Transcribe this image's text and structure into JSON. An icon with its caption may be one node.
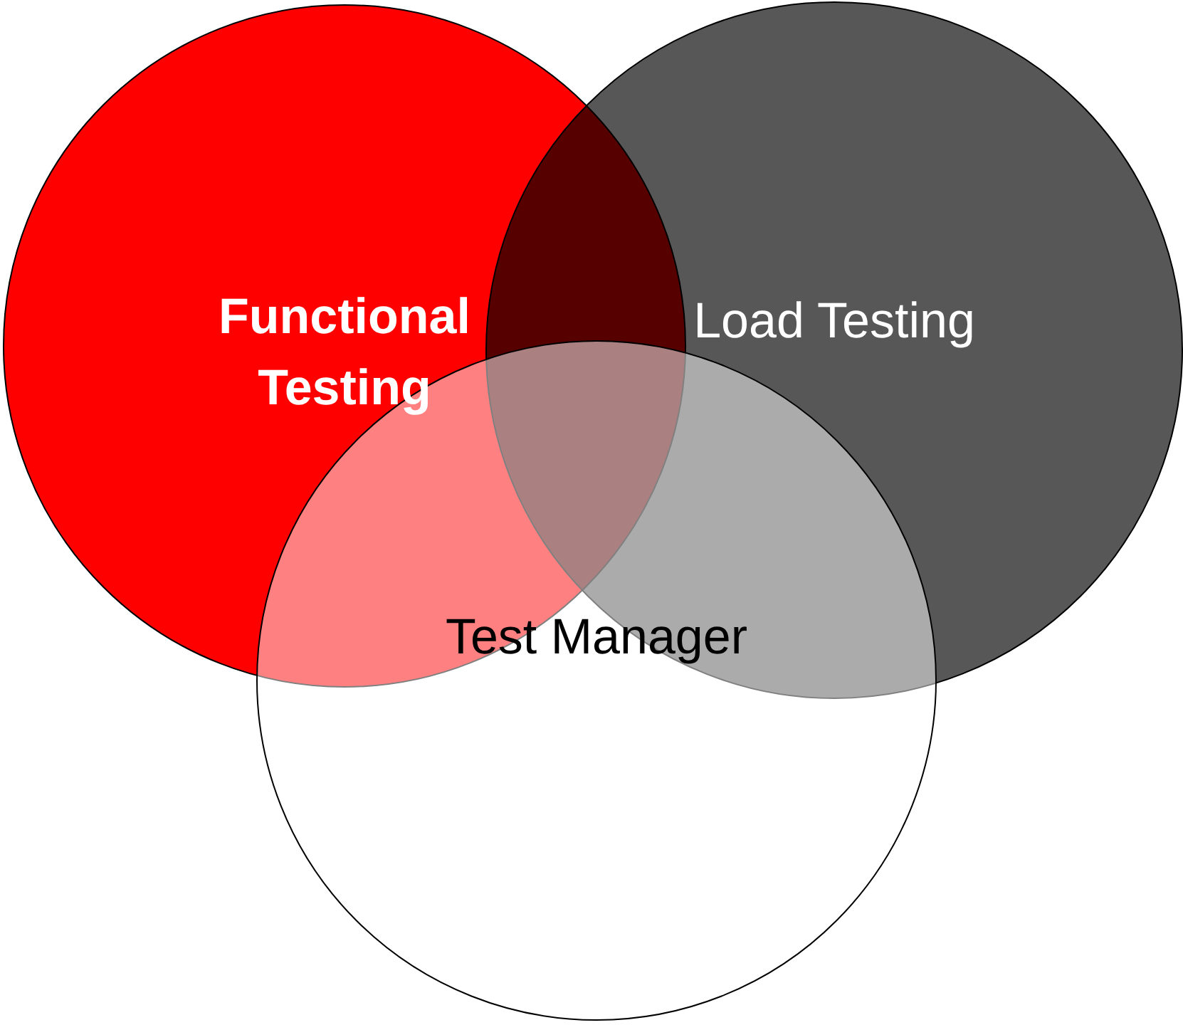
{
  "diagram": {
    "nodes": [
      {
        "text": [
          "Functional Testing"
        ]
      },
      {
        "text": [
          "Load Testing"
        ]
      },
      {
        "text": [
          "Test Manager"
        ]
      }
    ],
    "edges": []
  }
}
